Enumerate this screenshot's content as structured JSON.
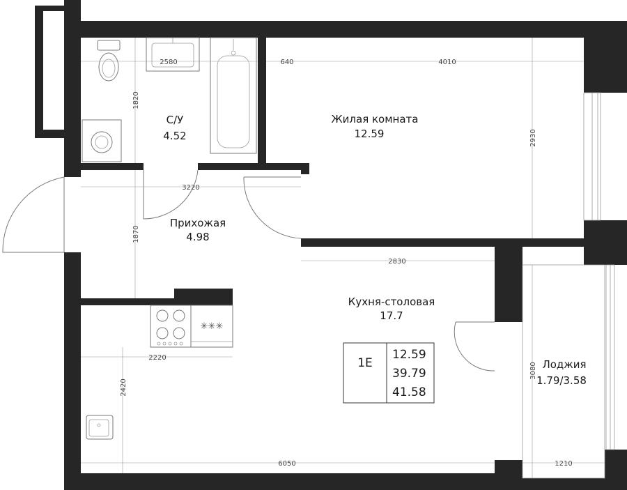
{
  "rooms": {
    "bathroom": {
      "name": "С/У",
      "area": "4.52"
    },
    "living": {
      "name": "Жилая комната",
      "area": "12.59"
    },
    "hall": {
      "name": "Прихожая",
      "area": "4.98"
    },
    "kitchen": {
      "name": "Кухня-столовая",
      "area": "17.7"
    },
    "loggia": {
      "name": "Лоджия",
      "area": "1.79/3.58"
    }
  },
  "dimensions": {
    "bath_width": "2580",
    "bath_height": "1820",
    "living_offset": "640",
    "living_width": "4010",
    "living_height": "2930",
    "hall_width": "3220",
    "hall_height": "1870",
    "kitchen_upper_width": "2830",
    "kitchen_left_width": "2220",
    "kitchen_left_height": "2420",
    "kitchen_width": "6050",
    "loggia_height": "3080",
    "loggia_width": "1210"
  },
  "legend": {
    "type": "1Е",
    "living_area": "12.59",
    "total_area": "39.79",
    "total_area_with_loggia": "41.58"
  },
  "stove_symbols": "✳✳✳"
}
